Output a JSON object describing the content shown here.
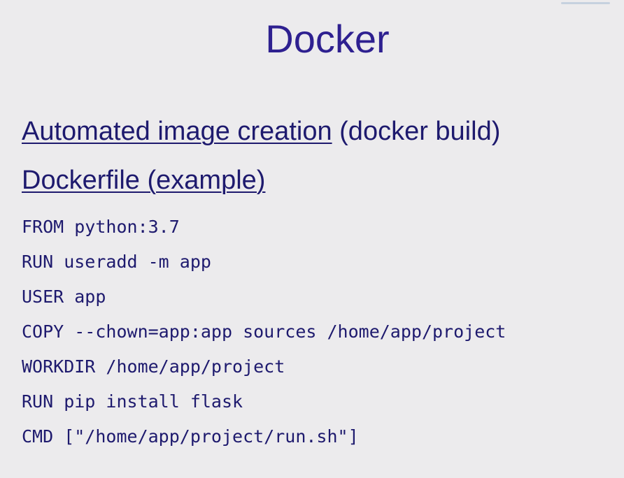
{
  "slide": {
    "title": "Docker",
    "heading1": {
      "link": "Automated image creation",
      "rest": " (docker build)"
    },
    "heading2": {
      "link": "Dockerfile (example)"
    },
    "code_lines": [
      "FROM python:3.7",
      "RUN useradd -m app",
      "USER app",
      "COPY --chown=app:app sources /home/app/project",
      "WORKDIR /home/app/project",
      "RUN pip install flask",
      "CMD [\"/home/app/project/run.sh\"]"
    ]
  },
  "colors": {
    "title": "#2e2090",
    "text": "#1e1a6e",
    "background": "#ecebed"
  }
}
